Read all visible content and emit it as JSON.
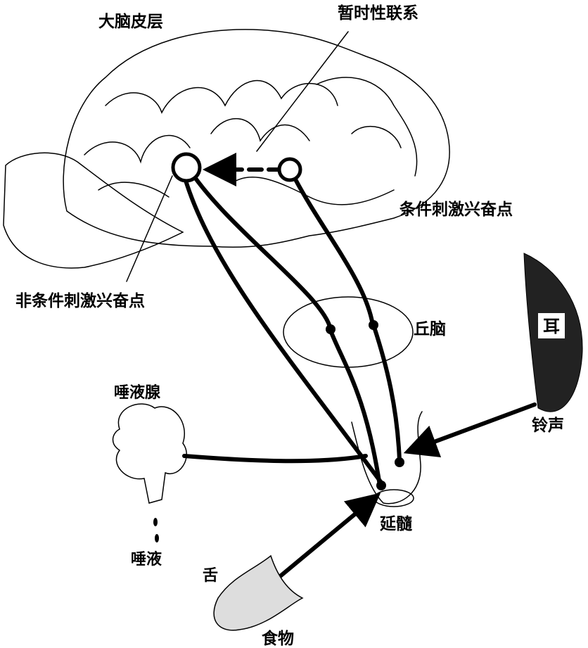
{
  "labels": {
    "cortex": "大脑皮层",
    "temporary_connection": "暂时性联系",
    "conditioned_point": "条件刺激兴奋点",
    "unconditioned_point": "非条件刺激兴奋点",
    "thalamus": "丘脑",
    "ear": "耳",
    "bell": "铃声",
    "salivary_gland": "唾液腺",
    "saliva": "唾液",
    "medulla": "延髓",
    "tongue": "舌",
    "food": "食物"
  }
}
